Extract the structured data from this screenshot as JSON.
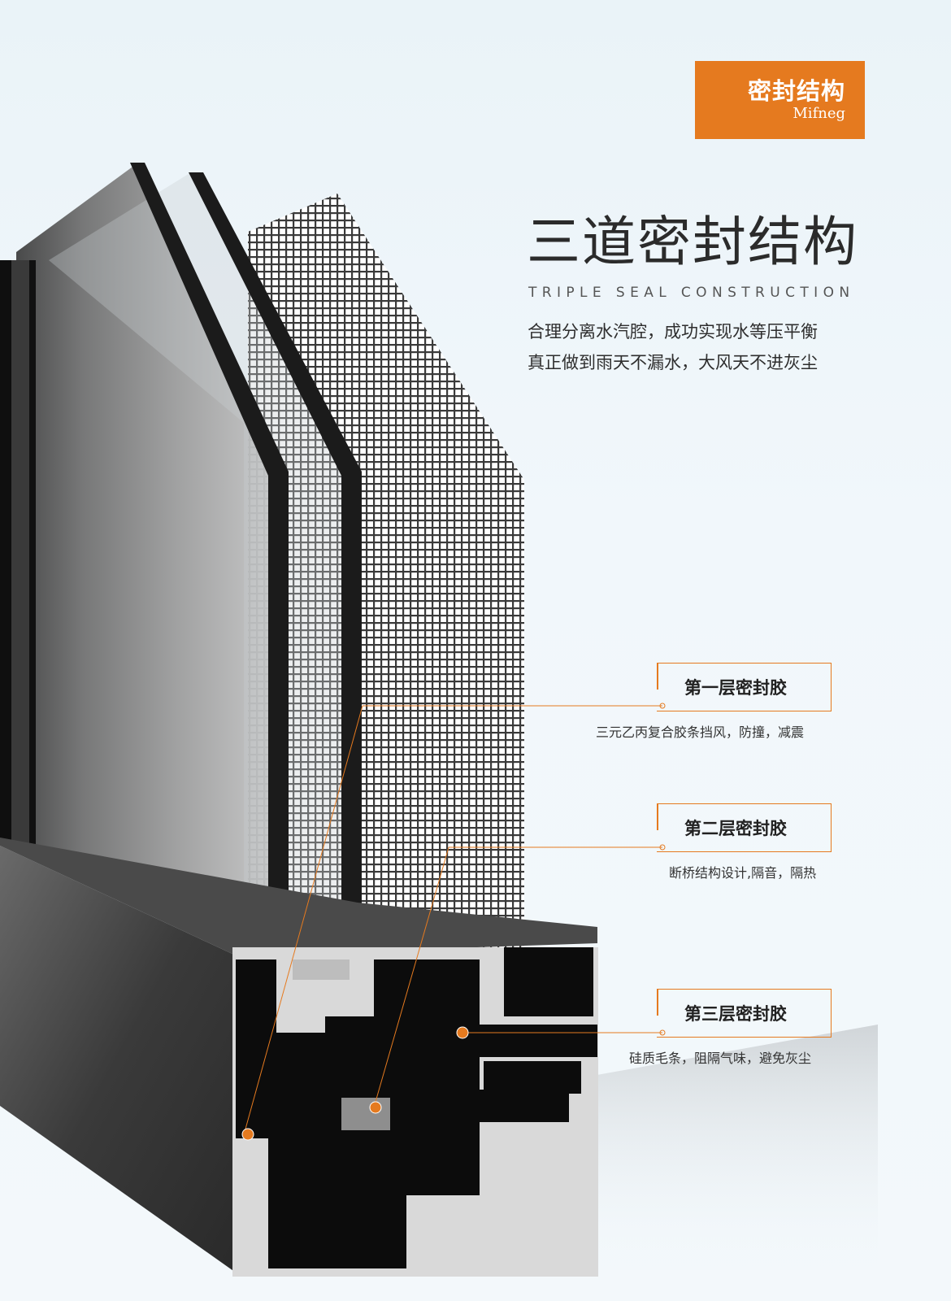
{
  "badge": {
    "title": "密封结构",
    "subtitle": "Mifneg"
  },
  "headline": "三道密封结构",
  "subhead": "TRIPLE SEAL CONSTRUCTION",
  "description": [
    "合理分离水汽腔，成功实现水等压平衡",
    "真正做到雨天不漏水，大风天不进灰尘"
  ],
  "callouts": [
    {
      "title": "第一层密封胶",
      "desc": "三元乙丙复合胶条挡风，防撞，减震"
    },
    {
      "title": "第二层密封胶",
      "desc": "断桥结构设计,隔音，隔热"
    },
    {
      "title": "第三层密封胶",
      "desc": "硅质毛条，阻隔气味，避免灰尘"
    }
  ],
  "colors": {
    "accent": "#e57a1f",
    "background": "#eef5f9",
    "frame": "#2a2a2a",
    "profile": "#0c0c0c"
  }
}
